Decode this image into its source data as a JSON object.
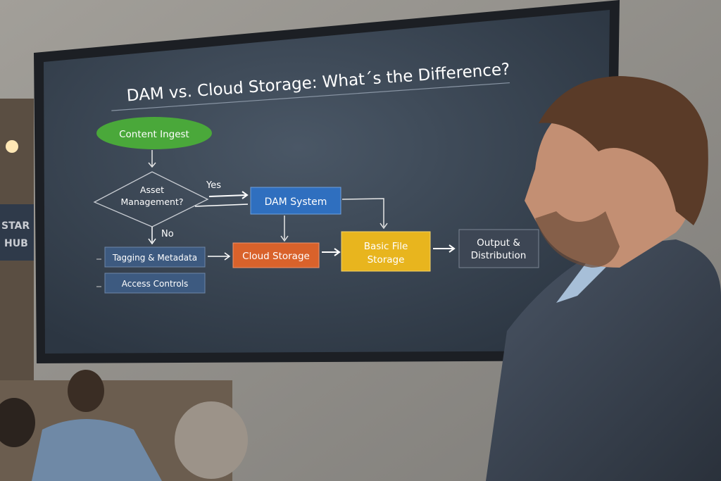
{
  "slide": {
    "title": "DAM vs. Cloud Storage: What´s the Difference?",
    "nodes": {
      "content_ingest": "Content Ingest",
      "decision_line1": "Asset",
      "decision_line2": "Management?",
      "dam_system": "DAM System",
      "tagging_metadata": "Tagging & Metadata",
      "access_controls": "Access Controls",
      "cloud_storage": "Cloud Storage",
      "basic_file_storage_line1": "Basic File",
      "basic_file_storage_line2": "Storage",
      "output_line1": "Output &",
      "output_line2": "Distribution"
    },
    "edge_labels": {
      "yes": "Yes",
      "no": "No"
    },
    "colors": {
      "ingest": "#4aa83a",
      "dam": "#2f6fbf",
      "tagging": "#3d5a80",
      "cloud": "#d9622b",
      "basic": "#e8b51e",
      "output": "#3d4654",
      "screen_bg": "#3a4654"
    }
  },
  "background_sign": "STAR HUB"
}
